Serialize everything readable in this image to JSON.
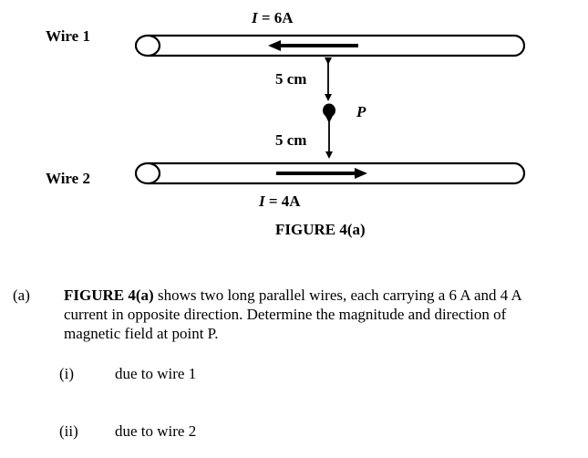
{
  "figure": {
    "wire1_label": "Wire 1",
    "wire2_label": "Wire 2",
    "current1_symbol": "I",
    "current1_value": " = 6A",
    "current2_symbol": "I",
    "current2_value": " = 4A",
    "distance_top": "5 cm",
    "distance_bottom": "5 cm",
    "point_label": "P",
    "caption": "FIGURE 4(a)"
  },
  "question": {
    "number": "(a)",
    "ref": "FIGURE 4(a)",
    "text_line1": " shows two long parallel wires, each carrying a 6 A and 4 A",
    "text_line2": "current in opposite direction. Determine the magnitude and direction of",
    "text_line3": "magnetic field at point P.",
    "parts": [
      {
        "number": "(i)",
        "text": "due to wire 1"
      },
      {
        "number": "(ii)",
        "text": "due to wire 2"
      }
    ]
  }
}
